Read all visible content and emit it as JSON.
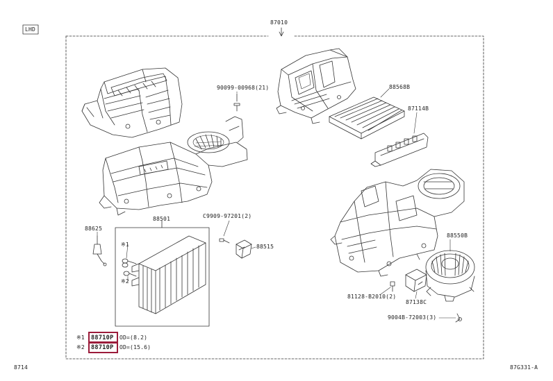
{
  "header": {
    "region_tag": "LHD",
    "assembly_number": "87010"
  },
  "callouts": {
    "bolt_90099": "90099-00968(21)",
    "part_88568B": "88568B",
    "part_87114B": "87114B",
    "part_88625": "88625",
    "part_88501": "88501",
    "screw_c9909": "C9909-97201(2)",
    "part_88515": "88515",
    "part_88550B": "88550B",
    "screw_81128": "81128-B2010(2)",
    "part_87138C": "87138C",
    "screw_9004b": "9004B-72003(3)",
    "mark1": "※1",
    "mark2": "※2"
  },
  "notes": [
    {
      "mark": "※1",
      "part": "88710P",
      "spec": "OD=(8.2)"
    },
    {
      "mark": "※2",
      "part": "88710P",
      "spec": "OD=(15.6)"
    }
  ],
  "footer": {
    "left_code": "8714",
    "right_code": "87G331-A"
  },
  "colors": {
    "line": "#333333",
    "highlight": "#9b1b3a"
  }
}
